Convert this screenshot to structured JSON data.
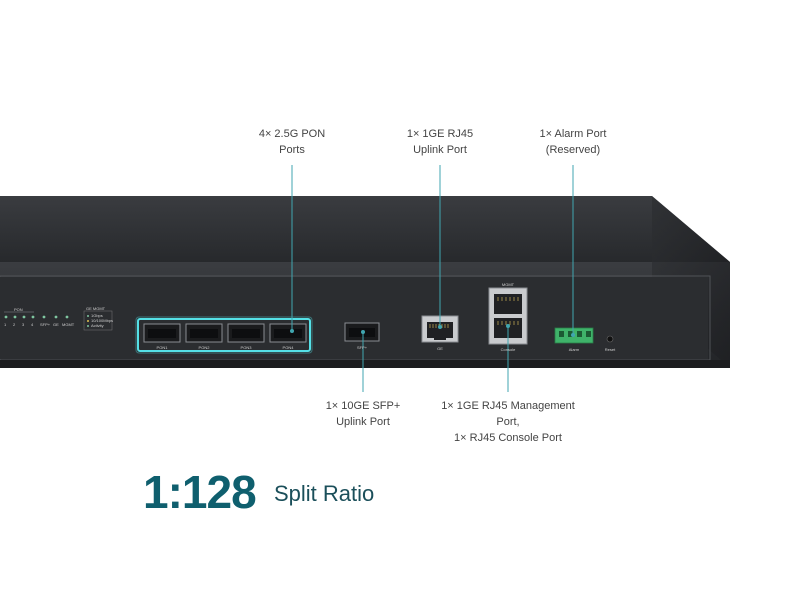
{
  "callouts": {
    "pon_ports": {
      "line1": "4× 2.5G PON",
      "line2": "Ports"
    },
    "uplink_rj45": {
      "line1": "1× 1GE RJ45",
      "line2": "Uplink Port"
    },
    "alarm_port": {
      "line1": "1× Alarm Port",
      "line2": "(Reserved)"
    },
    "sfp_uplink": {
      "line1": "1× 10GE SFP+",
      "line2": "Uplink Port"
    },
    "mgmt_console": {
      "line1": "1× 1GE RJ45 Management",
      "line2": "Port,",
      "line3": "1× RJ45 Console Port"
    }
  },
  "device": {
    "led_group_pon": "PON",
    "led_numbers": [
      "1",
      "2",
      "3",
      "4"
    ],
    "led_sfp": "SFP+",
    "led_ge": "GE",
    "led_mgmt": "MGMT",
    "led_legend_title": "GE MGMT",
    "led_legend": [
      "1Gbps",
      "10/100Mbps",
      "Activity"
    ],
    "pon_port_labels": [
      "PON1",
      "PON2",
      "PON3",
      "PON4"
    ],
    "sfp_label": "SFP+",
    "ge_label": "GE",
    "mgmt_top_label": "MGMT",
    "console_label": "Console",
    "alarm_label": "Alarm",
    "reset_label": "Reset"
  },
  "headline": {
    "ratio": "1:128",
    "text": "Split Ratio"
  },
  "colors": {
    "accent": "#40a6b0",
    "headline": "#0f5f6e",
    "chassis_top": "#2f3134",
    "chassis_front": "#303235",
    "alarm_terminal": "#3fb36a"
  }
}
